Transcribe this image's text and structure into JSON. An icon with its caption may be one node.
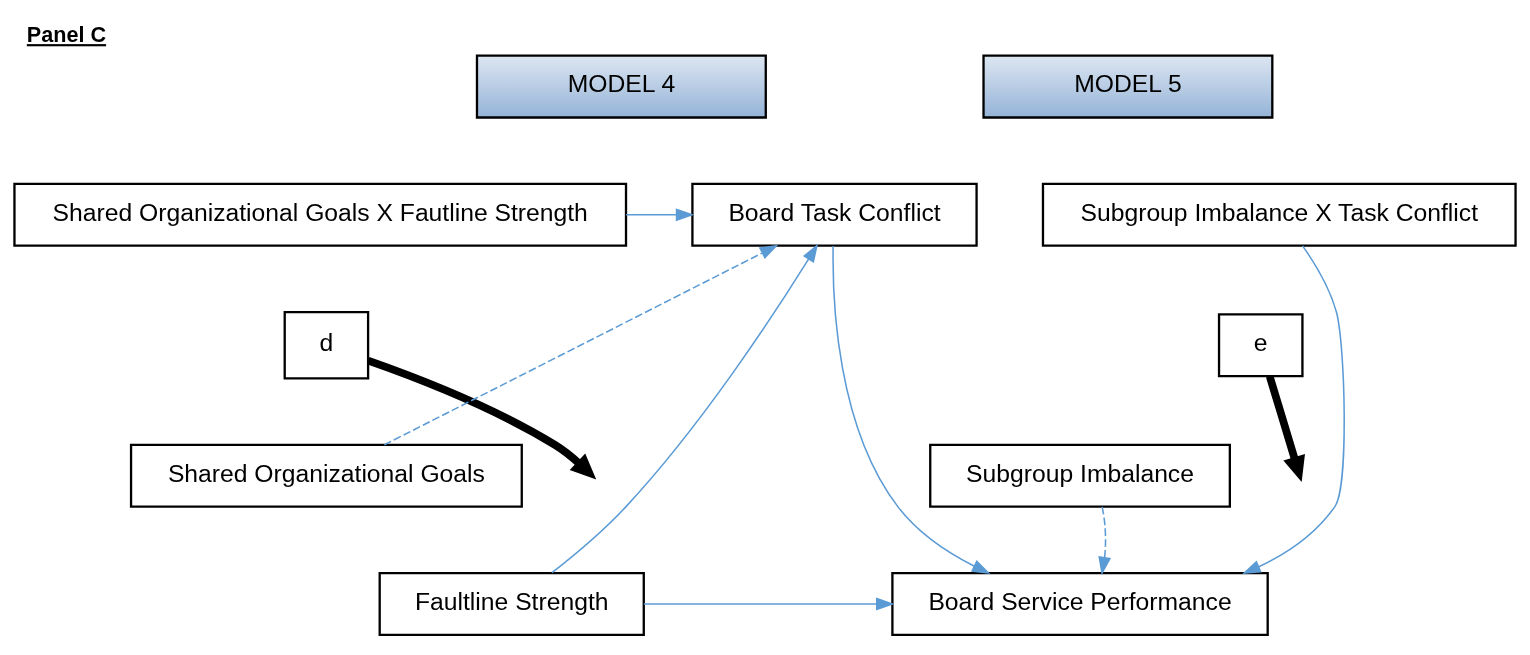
{
  "diagram": {
    "title": "Panel C",
    "nodes": [
      {
        "text": [
          "MODEL 4"
        ]
      },
      {
        "text": [
          "MODEL 5"
        ]
      },
      {
        "text": [
          "Shared Organizational Goals X Fautline Strength"
        ]
      },
      {
        "text": [
          "Board Task Conflict"
        ]
      },
      {
        "text": [
          "d"
        ]
      },
      {
        "text": [
          "Subgroup Imbalance X Task Conflict"
        ]
      },
      {
        "text": [
          "e"
        ]
      },
      {
        "text": [
          "Subgroup Imbalance"
        ]
      },
      {
        "text": [
          "Shared Organizational Goals"
        ]
      },
      {
        "text": [
          "Faultline Strength"
        ]
      },
      {
        "text": [
          "Board Service Performance"
        ]
      }
    ],
    "edges": [
      {
        "from": 2,
        "to": 3,
        "arrow": "to"
      },
      {
        "from": 4,
        "to": null,
        "arrow": "to",
        "style": "thick",
        "color": "#000000"
      },
      {
        "from": 8,
        "to": 3,
        "arrow": "to",
        "style": "dashed"
      },
      {
        "from": 9,
        "to": 3,
        "arrow": "to"
      },
      {
        "from": 3,
        "to": 10,
        "arrow": "to"
      },
      {
        "from": 5,
        "to": 10,
        "arrow": "to"
      },
      {
        "from": 6,
        "to": null,
        "arrow": "to",
        "style": "thick",
        "color": "#000000"
      },
      {
        "from": 7,
        "to": 10,
        "arrow": "to",
        "style": "dashed"
      },
      {
        "from": 9,
        "to": 10,
        "arrow": "to"
      }
    ]
  }
}
